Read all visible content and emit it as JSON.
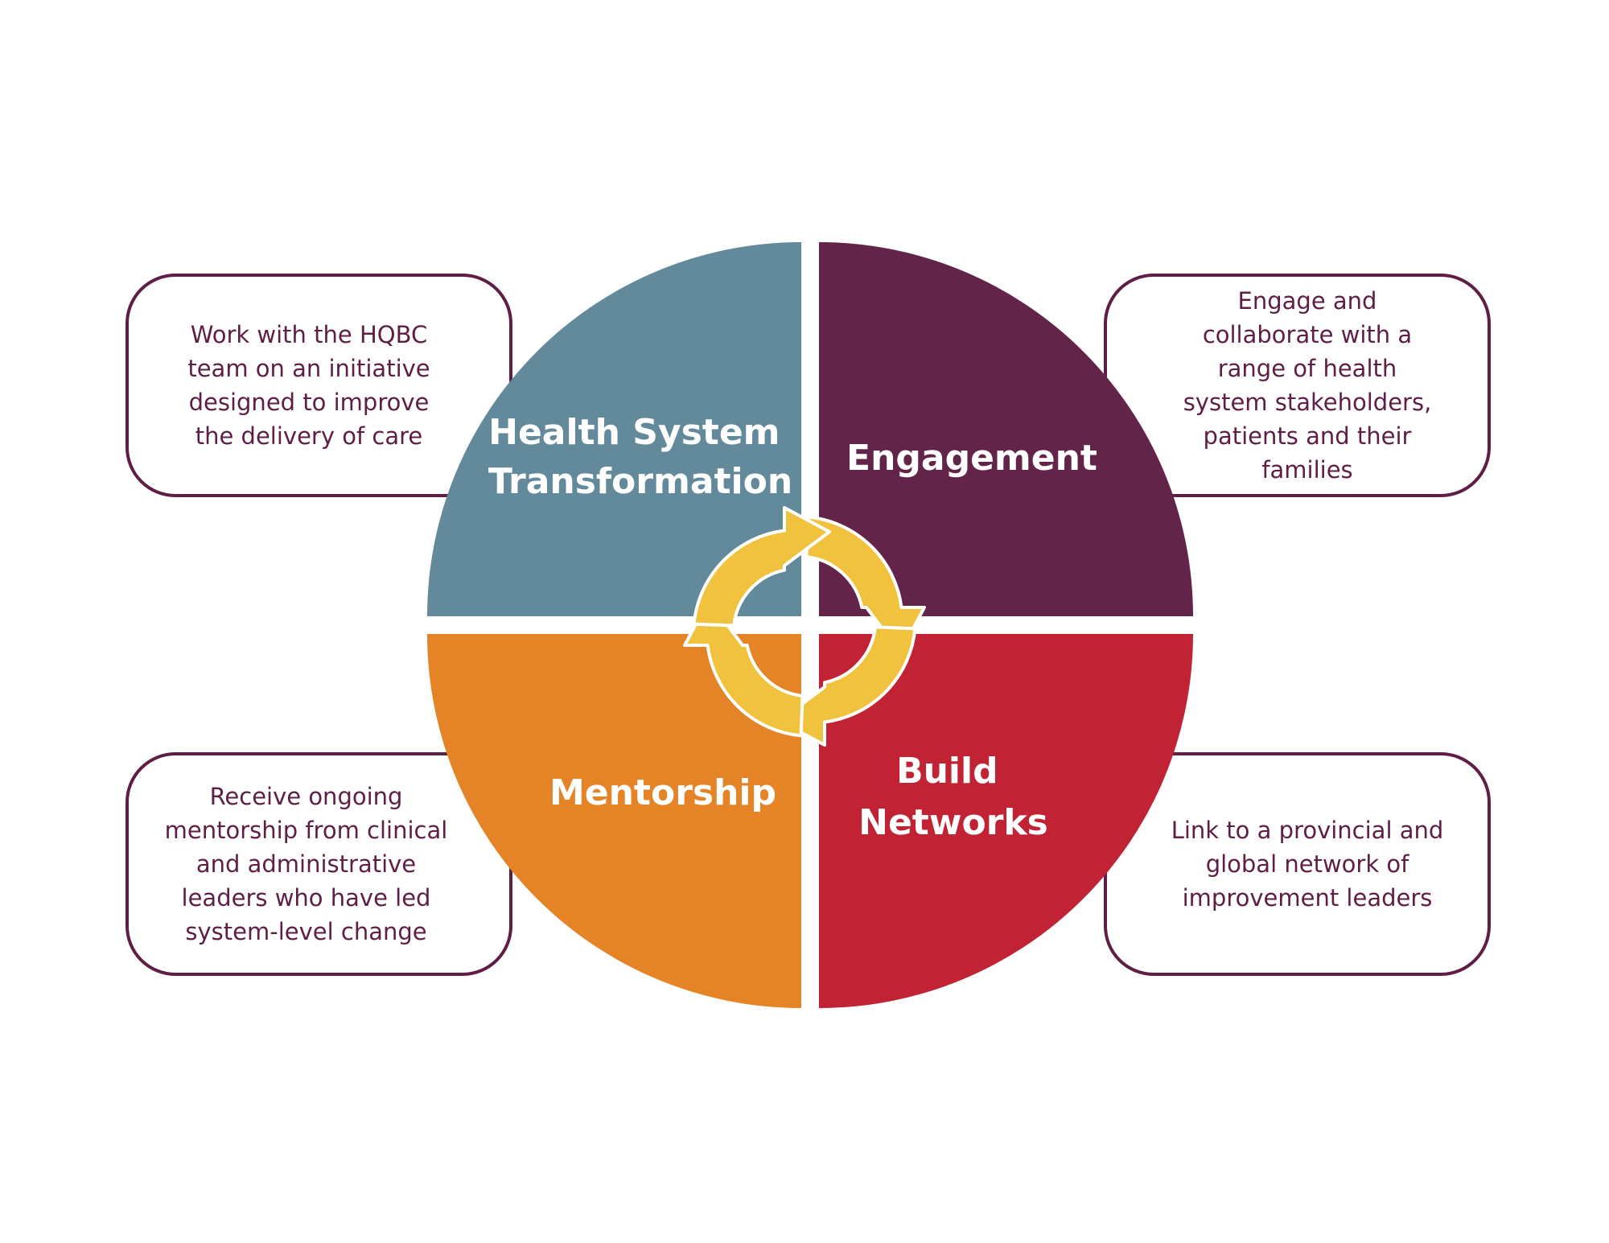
{
  "quadrants": {
    "top_left": {
      "lines": [
        "Health System",
        "Transformation"
      ],
      "color": "#638a9b"
    },
    "top_right": {
      "lines": [
        "Engagement"
      ],
      "color": "#632449"
    },
    "bottom_left": {
      "lines": [
        "Mentorship"
      ],
      "color": "#e48426"
    },
    "bottom_right": {
      "lines": [
        "Build",
        "Networks"
      ],
      "color": "#c12334"
    }
  },
  "callouts": {
    "top_left": {
      "lines": [
        "Work with the HQBC",
        "team on an initiative",
        "designed to improve",
        "the delivery of care"
      ]
    },
    "top_right": {
      "lines": [
        "Engage and",
        "collaborate with a",
        "range of health",
        "system stakeholders,",
        "patients and their",
        "families"
      ]
    },
    "bottom_left": {
      "lines": [
        "Receive ongoing",
        "mentorship from clinical",
        "and administrative",
        "leaders who have led",
        "system-level change"
      ]
    },
    "bottom_right": {
      "lines": [
        "Link to a provincial and",
        "global network of",
        "improvement leaders"
      ]
    }
  },
  "colors": {
    "border": "#5e1e45",
    "text": "#5e1e45",
    "cycle_arrows": "#f0c23d"
  },
  "icons": {
    "center": "cycle-arrows-icon"
  }
}
